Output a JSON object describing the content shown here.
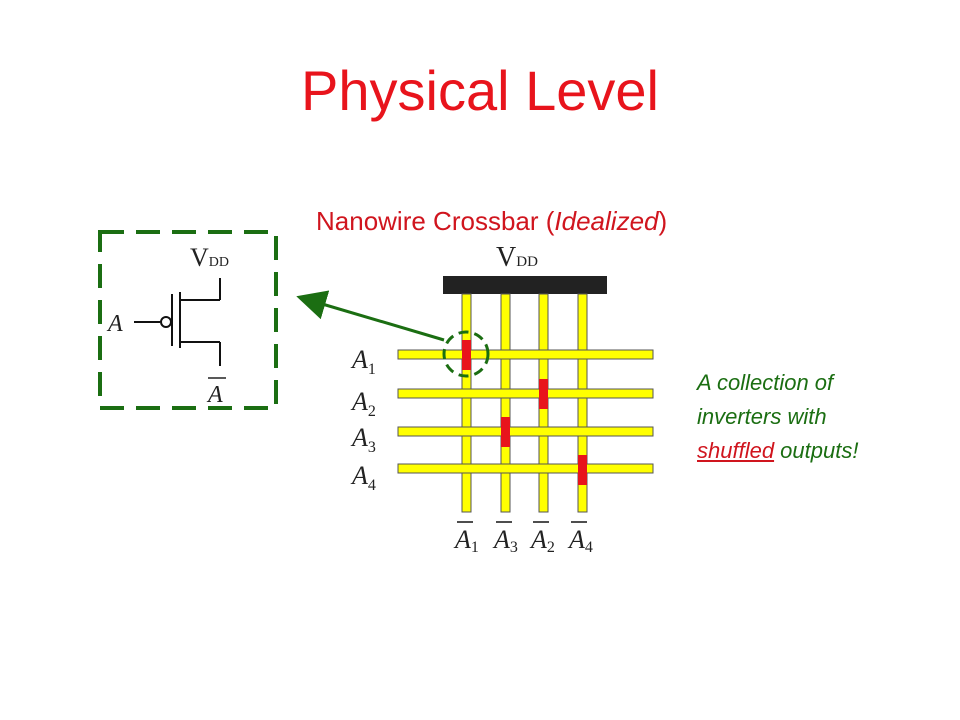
{
  "title": "Physical Level",
  "subtitle": {
    "main": "Nanowire Crossbar (",
    "italic": "Idealized",
    "close": ")"
  },
  "callout": {
    "line1": "A collection of",
    "line2": "inverters with",
    "shuffled": "shuffled",
    "rest": " outputs!"
  },
  "supply_label": {
    "main": "V",
    "sub": "DD"
  },
  "inverter": {
    "supply_label": {
      "main": "V",
      "sub": "DD"
    },
    "input_label": "A",
    "output_label": "A"
  },
  "input_wires": [
    {
      "label": "A",
      "index": "1"
    },
    {
      "label": "A",
      "index": "2"
    },
    {
      "label": "A",
      "index": "3"
    },
    {
      "label": "A",
      "index": "4"
    }
  ],
  "output_wires": [
    {
      "label": "A",
      "index": "1"
    },
    {
      "label": "A",
      "index": "3"
    },
    {
      "label": "A",
      "index": "2"
    },
    {
      "label": "A",
      "index": "4"
    }
  ],
  "colors": {
    "title": "#e8141c",
    "wire": "#ffff00",
    "junction": "#e8141c",
    "highlight": "#1b6e12",
    "rail": "#222222"
  }
}
